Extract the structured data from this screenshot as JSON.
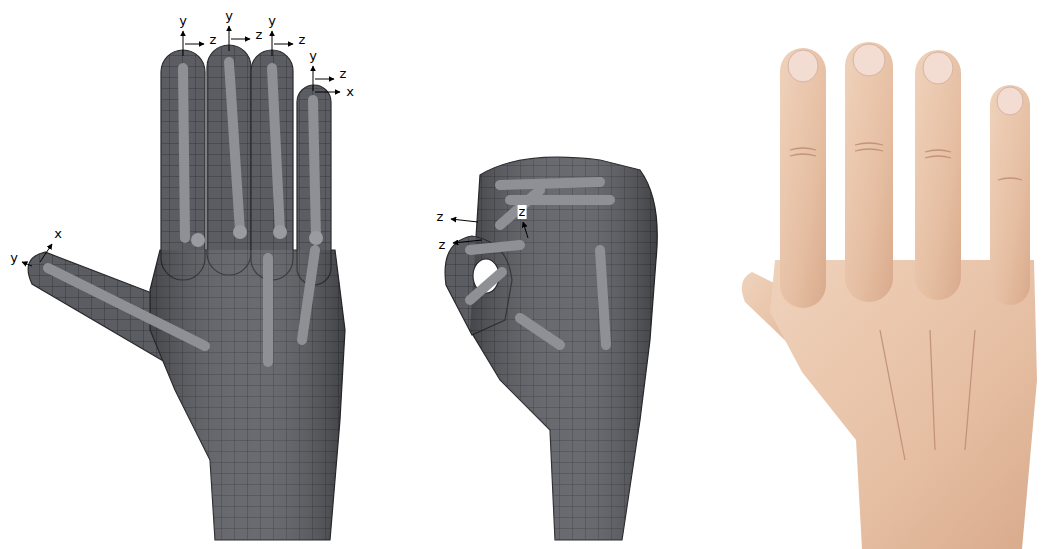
{
  "diagram": {
    "labels": [
      "y",
      "z",
      "y",
      "z",
      "y",
      "z",
      "y",
      "z",
      "x",
      "y",
      "x",
      "z",
      "z",
      "z"
    ]
  }
}
